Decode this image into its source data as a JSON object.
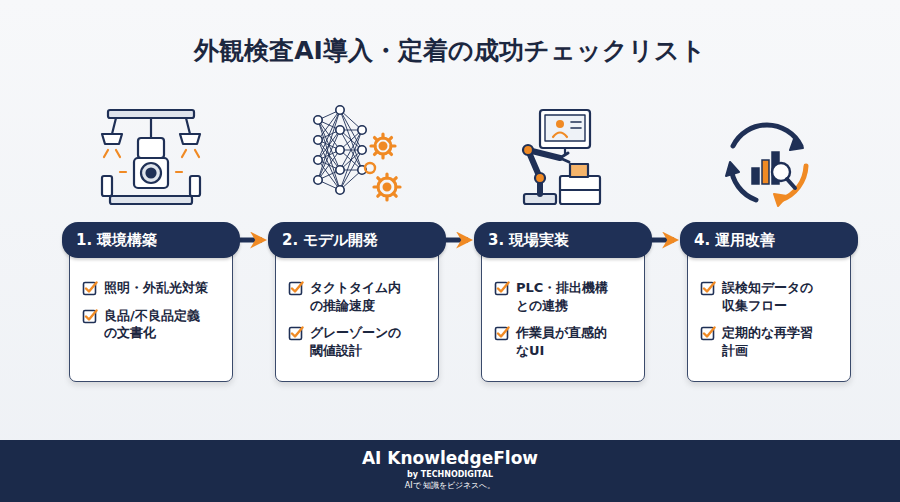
{
  "diagram": {
    "title": "外観検査AI導入・定着の成功チェックリスト",
    "nodes": [
      {
        "text": [
          "1. 環境構築"
        ]
      },
      {
        "text": [
          "照明・外乱光対策",
          "良品/不良品定義 の文書化"
        ]
      },
      {
        "text": [
          "2. モデル開発"
        ]
      },
      {
        "text": [
          "タクトタイム内 の推論速度",
          "グレーゾーンの 閾値設計"
        ]
      },
      {
        "text": [
          "3. 現場実装"
        ]
      },
      {
        "text": [
          "PLC・排出機構 との連携",
          "作業員が直感的 なUI"
        ]
      },
      {
        "text": [
          "4. 運用改善"
        ]
      },
      {
        "text": [
          "誤検知データの 収集フロー",
          "定期的な再学習 計画"
        ]
      },
      {
        "text": [
          "AI KnowledgeFlow",
          "by TECHNODIGITAL",
          "AIで 知識をビジネスへ。"
        ]
      }
    ],
    "edges": [
      {
        "from": 0,
        "to": 2,
        "arrow": "to"
      },
      {
        "from": 2,
        "to": 4,
        "arrow": "to"
      },
      {
        "from": 4,
        "to": 6,
        "arrow": "to"
      }
    ]
  }
}
